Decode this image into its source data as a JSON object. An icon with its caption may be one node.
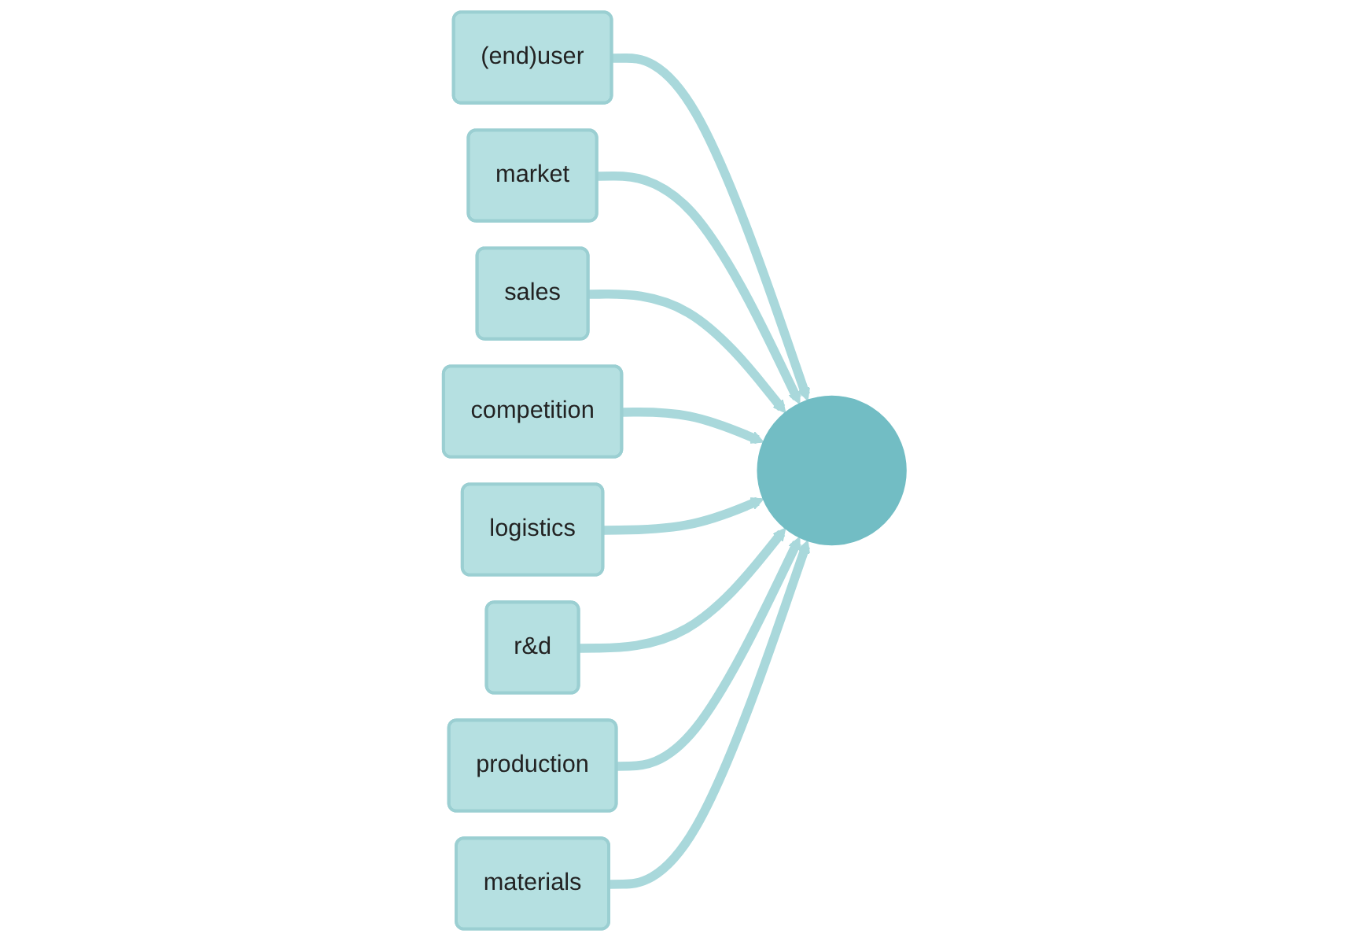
{
  "diagram": {
    "nodes": [
      {
        "text": [
          "(end)user"
        ]
      },
      {
        "text": [
          "market"
        ]
      },
      {
        "text": [
          "sales"
        ]
      },
      {
        "text": [
          "competition"
        ]
      },
      {
        "text": [],
        "shape": "circle"
      },
      {
        "text": [
          "logistics"
        ]
      },
      {
        "text": [
          "r&d"
        ]
      },
      {
        "text": [
          "production"
        ]
      },
      {
        "text": [
          "materials"
        ]
      }
    ],
    "edges": [
      {
        "from": 0,
        "to": 4,
        "arrow": "to"
      },
      {
        "from": 1,
        "to": 4,
        "arrow": "to"
      },
      {
        "from": 2,
        "to": 4,
        "arrow": "to"
      },
      {
        "from": 3,
        "to": 4,
        "arrow": "to"
      },
      {
        "from": 5,
        "to": 4,
        "arrow": "to"
      },
      {
        "from": 6,
        "to": 4,
        "arrow": "to"
      },
      {
        "from": 7,
        "to": 4,
        "arrow": "to"
      },
      {
        "from": 8,
        "to": 4,
        "arrow": "to"
      }
    ]
  }
}
